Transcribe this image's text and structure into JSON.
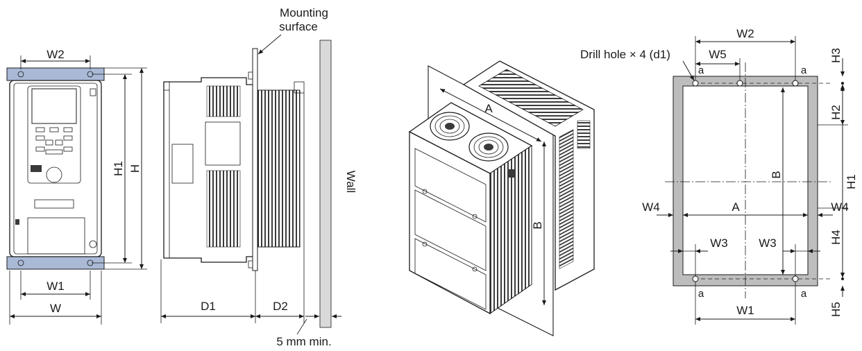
{
  "labels": {
    "mounting_surface_line1": "Mounting",
    "mounting_surface_line2": "surface",
    "wall": "Wall",
    "clearance": "5 mm min.",
    "drill_hole": "Drill hole × 4 (d1)",
    "front": {
      "W2": "W2",
      "W1": "W1",
      "W": "W",
      "H1": "H1",
      "H": "H"
    },
    "side": {
      "D1": "D1",
      "D2": "D2"
    },
    "iso": {
      "A": "A",
      "B": "B"
    },
    "cutout": {
      "W2": "W2",
      "W5": "W5",
      "W1": "W1",
      "W4_left": "W4",
      "W4_right": "W4",
      "W3_left": "W3",
      "W3_right": "W3",
      "A": "A",
      "B": "B",
      "H1": "H1",
      "H2": "H2",
      "H3": "H3",
      "H4": "H4",
      "H5": "H5",
      "a_tl": "a",
      "a_tr": "a",
      "a_bl": "a",
      "a_br": "a"
    }
  },
  "colors": {
    "line": "#1a1a1a",
    "bracket_highlight": "#a9b9d6",
    "wall_fill": "#d9d9d9",
    "panel_fill": "#bdbdbd",
    "heatsink": "#3a3a3a"
  },
  "icons": [
    "fan-icon",
    "keypad-icon",
    "ground-icon"
  ]
}
